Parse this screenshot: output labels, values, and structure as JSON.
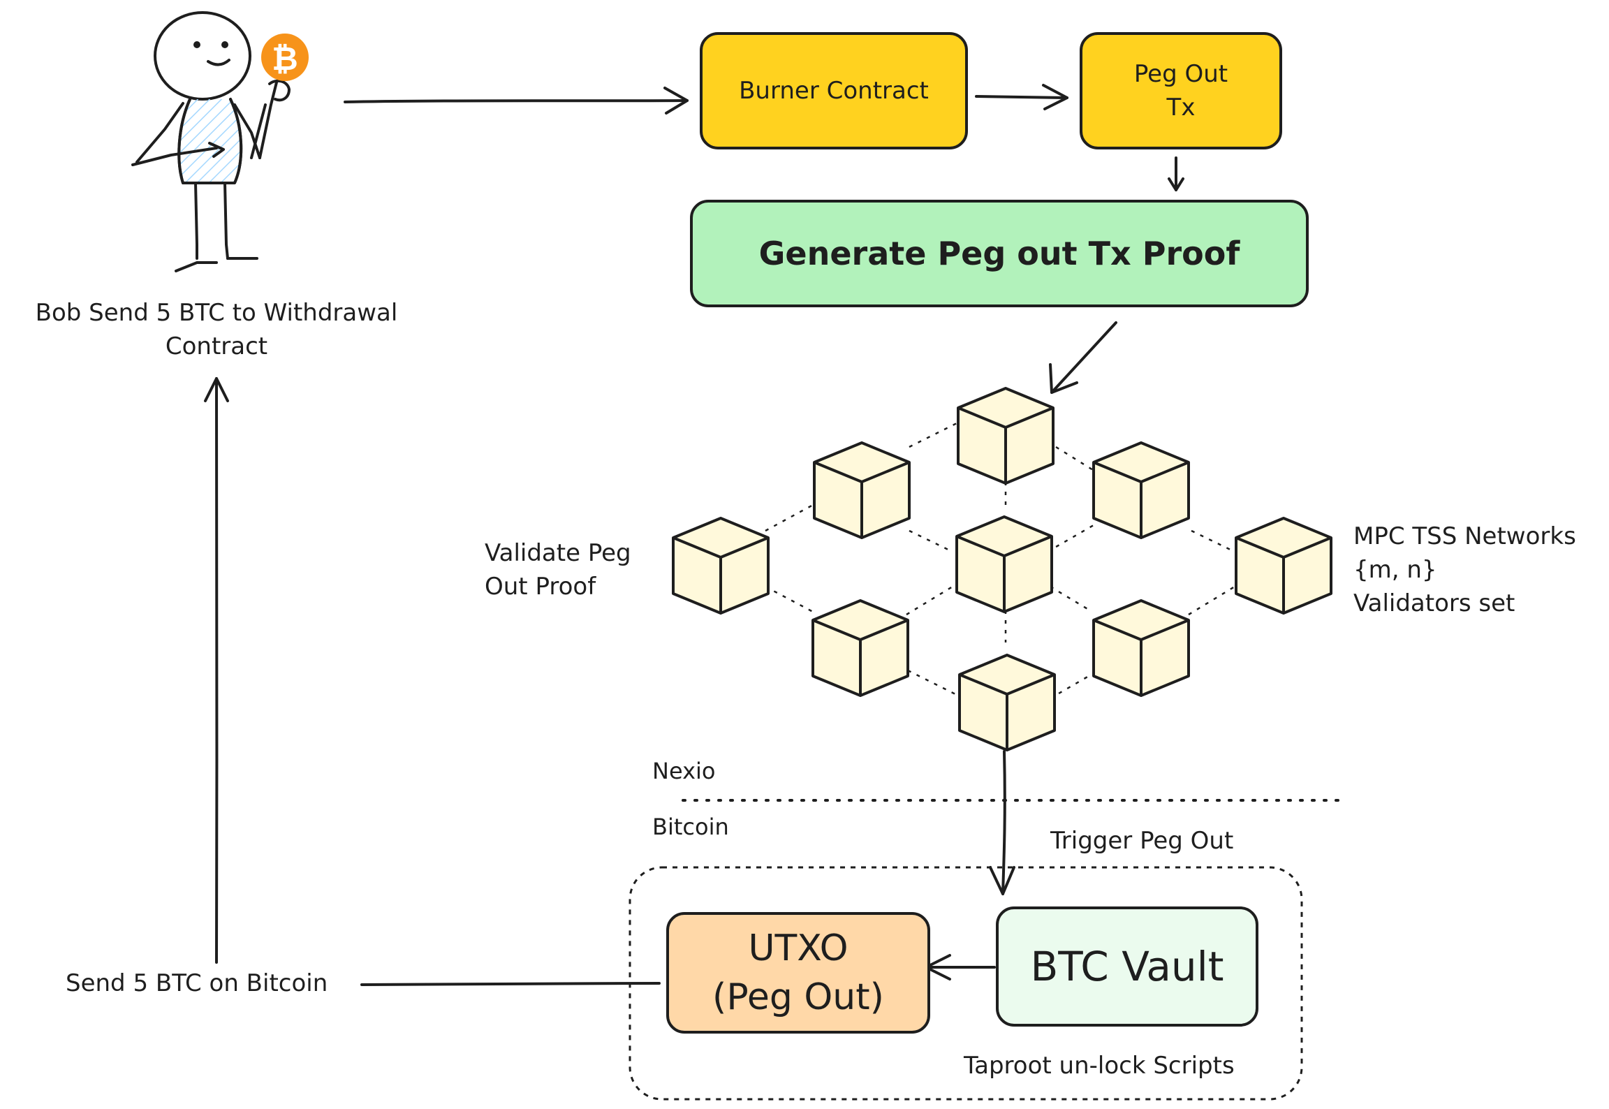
{
  "actor_label": "Bob Send 5 BTC to Withdrawal\nContract",
  "boxes": {
    "burner": "Burner Contract",
    "pegout_tx": "Peg Out\nTx",
    "generate_proof": "Generate Peg out Tx Proof",
    "utxo": "UTXO\n(Peg Out)",
    "btc_vault": "BTC Vault"
  },
  "labels": {
    "validate": "Validate Peg\nOut Proof",
    "mpc": "MPC TSS Networks\n{m, n}\nValidators set",
    "nexio": "Nexio",
    "bitcoin": "Bitcoin",
    "trigger": "Trigger Peg Out",
    "taproot": "Taproot un-lock Scripts",
    "send_btc": "Send 5 BTC on Bitcoin"
  },
  "colors": {
    "yellow_box": "#ffd21f",
    "green_box": "#b2f2bb",
    "orange_box": "#ffd8a8",
    "light_green_box": "#ebfbee",
    "cube": "#fff9db",
    "bitcoin_orange": "#f7931a",
    "shirt_hatch": "#a5d8ff"
  }
}
